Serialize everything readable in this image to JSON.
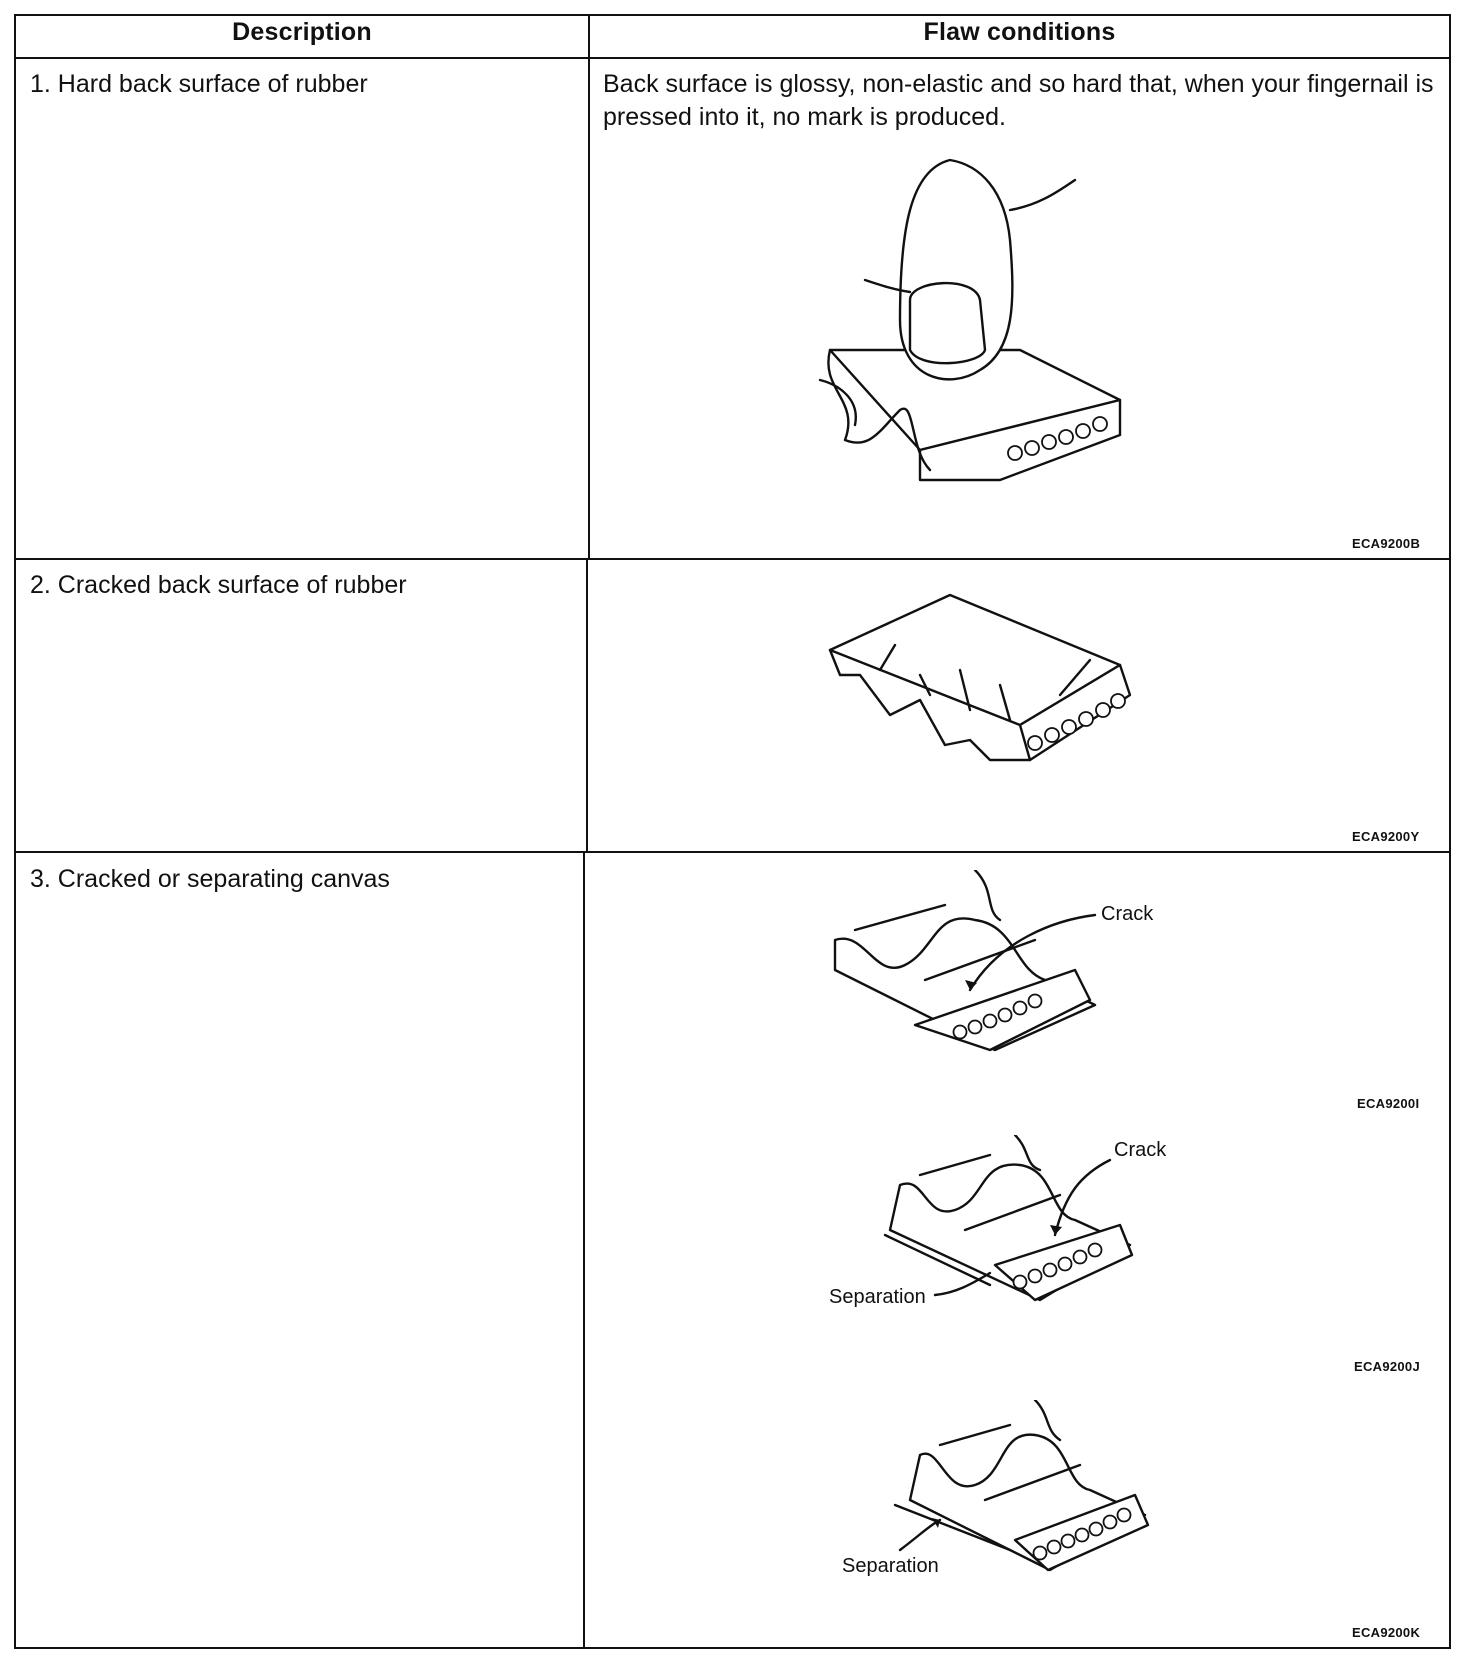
{
  "table": {
    "headers": {
      "description": "Description",
      "flaw_conditions": "Flaw conditions"
    },
    "rows": [
      {
        "description": "1.  Hard back surface of rubber",
        "condition": "Back surface is glossy, non-elastic and so hard that, when your fingernail is pressed into it, no mark is produced.",
        "figure_codes": [
          "ECA9200B"
        ]
      },
      {
        "description": "2.  Cracked back surface of rubber",
        "condition": "",
        "figure_codes": [
          "ECA9200Y"
        ]
      },
      {
        "description": "3.  Cracked or separating canvas",
        "condition": "",
        "figure_codes": [
          "ECA9200I",
          "ECA9200J",
          "ECA9200K"
        ]
      }
    ]
  },
  "figure_labels": {
    "crack_1": "Crack",
    "crack_2": "Crack",
    "separation_1": "Separation",
    "separation_2": "Separation"
  }
}
